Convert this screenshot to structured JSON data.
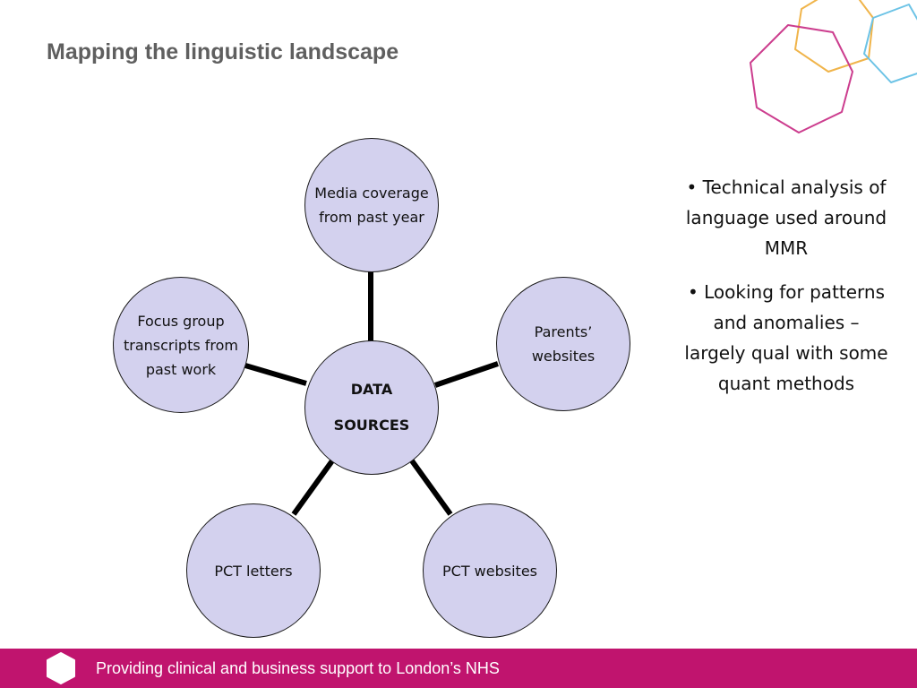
{
  "slide": {
    "title": "Mapping the linguistic landscape"
  },
  "diagram": {
    "center": {
      "line1": "DATA",
      "line2": "SOURCES"
    },
    "nodes": {
      "media": "Media coverage from past year",
      "parents": "Parents’ websites",
      "pct_websites": "PCT websites",
      "pct_letters": "PCT letters",
      "focus": "Focus group transcripts from past work"
    }
  },
  "bullets": [
    "• Technical analysis of language used around MMR",
    "• Looking for patterns and anomalies – largely qual with some quant methods"
  ],
  "footer": {
    "text": "Providing clinical and business support to London’s NHS"
  },
  "colors": {
    "node_fill": "#d3d1ee",
    "footer_bg": "#c0146e",
    "title_text": "#5f5f5f",
    "hex_orange": "#f0b44a",
    "hex_blue": "#6cc3e6",
    "hex_magenta": "#cc3d8e"
  },
  "icons": [
    "hexagon-decoration",
    "hexagon-logo-icon"
  ]
}
